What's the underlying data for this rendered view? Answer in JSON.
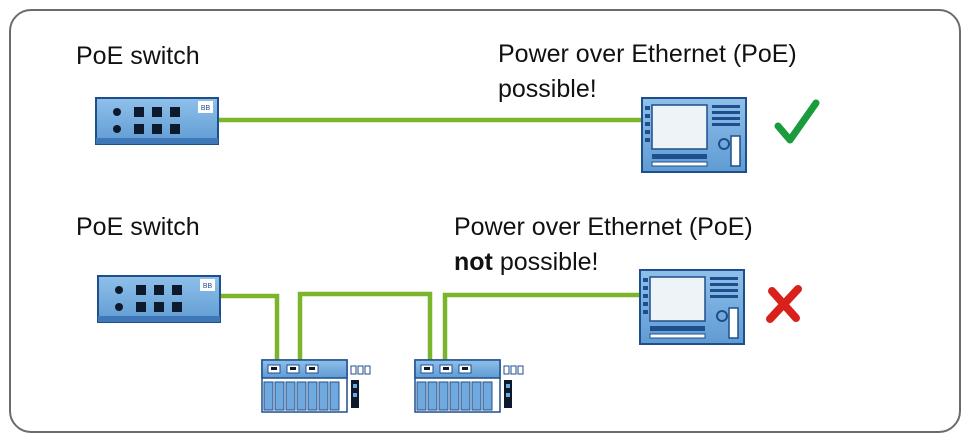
{
  "top": {
    "switch_label": "PoE switch",
    "switch_tag": "BB",
    "message_line1": "Power over Ethernet (PoE)",
    "message_line2": "possible!",
    "status": "check",
    "status_color": "#1a9b3c"
  },
  "bottom": {
    "switch_label": "PoE switch",
    "switch_tag": "BB",
    "message_line1": "Power over Ethernet (PoE)",
    "message_bold": "not",
    "message_rest": " possible!",
    "status": "cross",
    "status_color": "#d9201b"
  },
  "colors": {
    "cable": "#7ab52c",
    "device_fill": "#6fa9dd",
    "device_border": "#1f4e8c",
    "frame": "#6b6b6b"
  }
}
